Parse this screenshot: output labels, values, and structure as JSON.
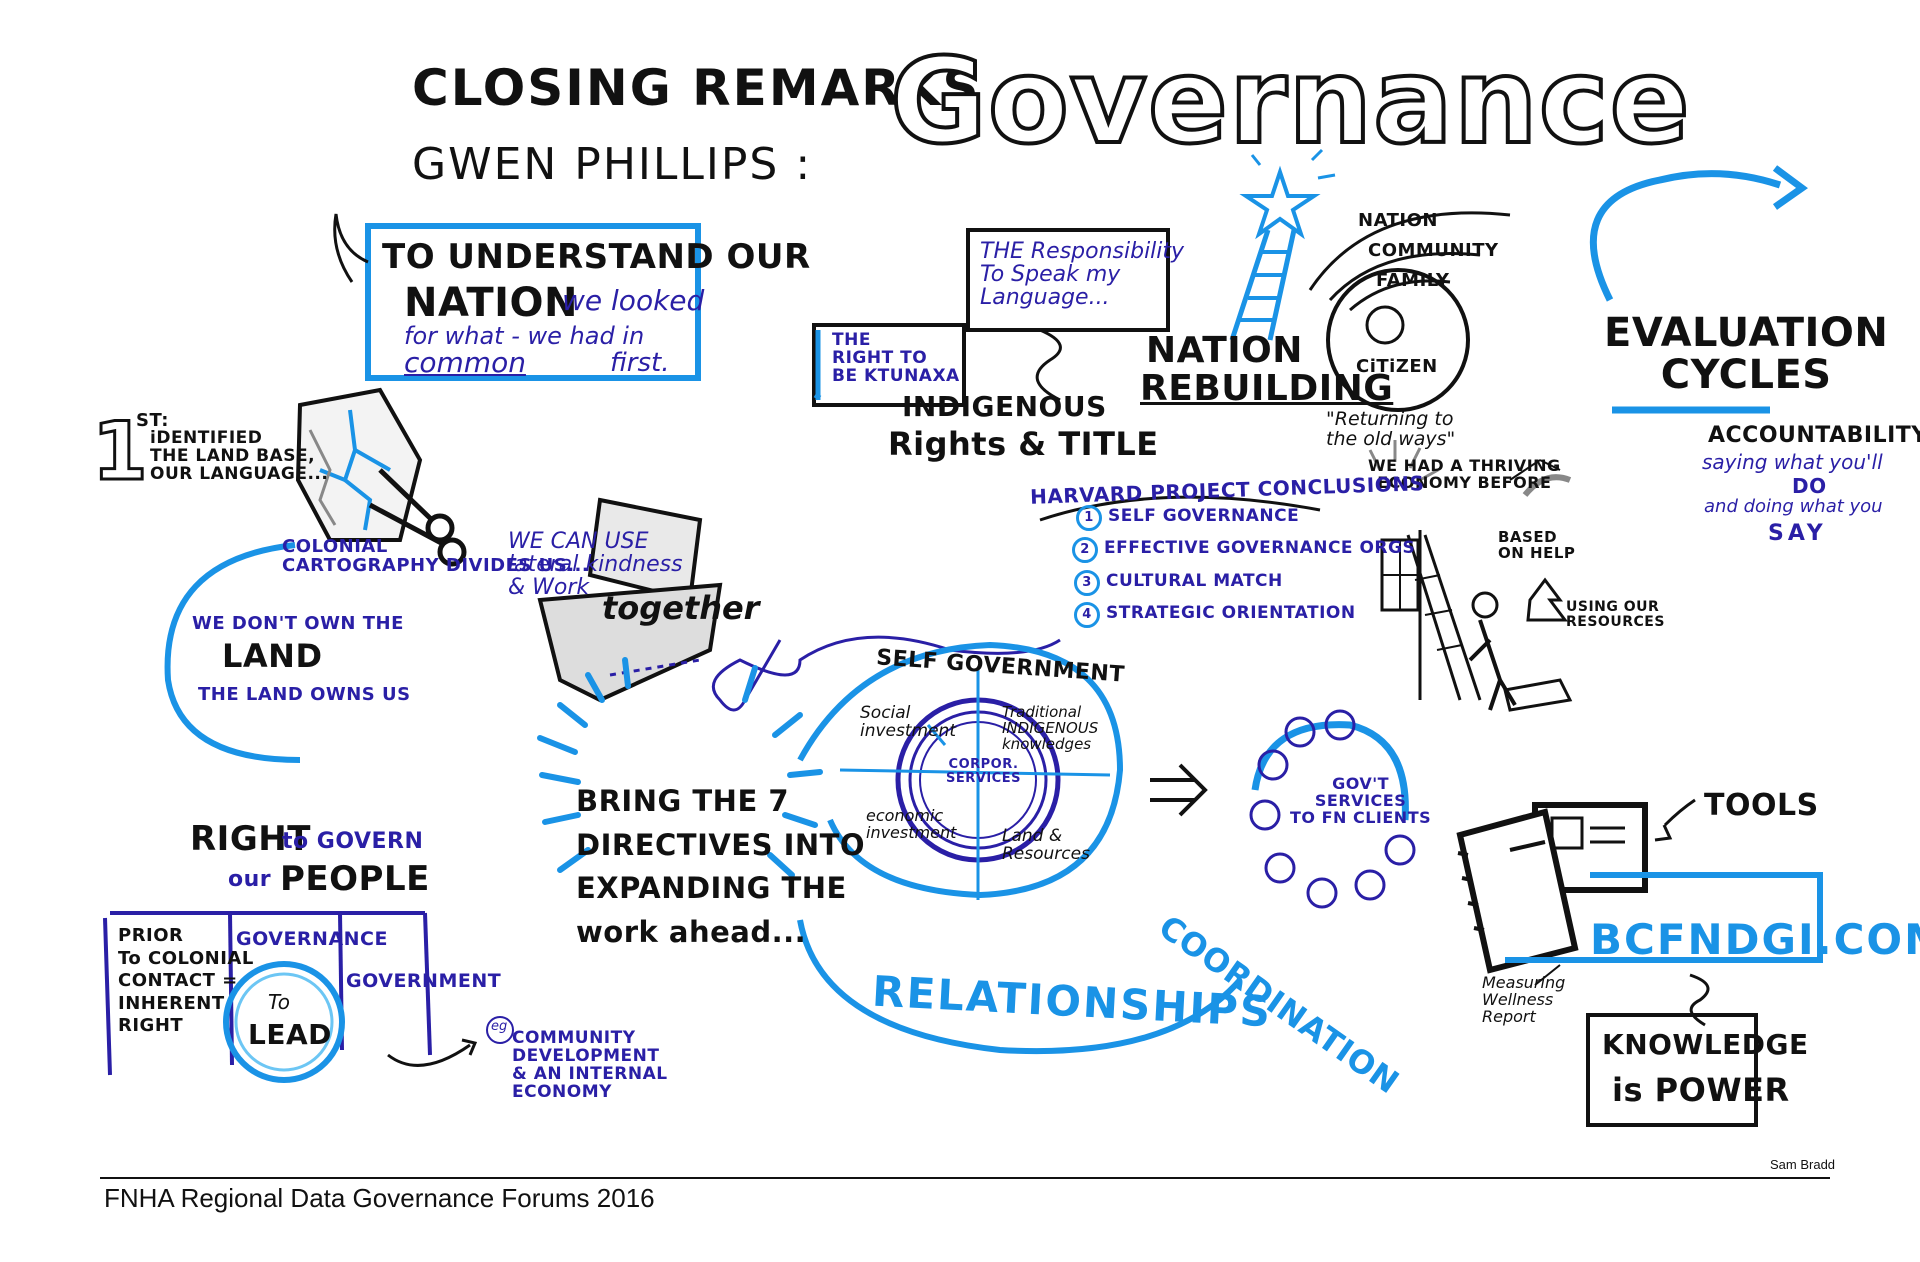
{
  "colors": {
    "ink": "#111111",
    "blue": "#1a93e6",
    "navy": "#2a1fa6",
    "grey": "#888888"
  },
  "header": {
    "closing": "CLOSING REMARKS",
    "speaker": "GWEN PHILLIPS :",
    "title": "Governance"
  },
  "speech": {
    "line1": "TO UNDERSTAND OUR",
    "nation": "NATION",
    "we_looked": "we looked",
    "for_what": "for what  - we had in",
    "common": "common",
    "first": "first."
  },
  "first": {
    "numeral": "1",
    "sup": "ST:",
    "text": "iDENTIFIED\nTHE LAND BASE,\nOUR LANGUAGE..."
  },
  "land": {
    "colonial": "COLONIAL\nCARTOGRAPHY DIVIDES US...",
    "dont_own": "WE DON'T OWN THE",
    "land": "LAND",
    "owns_us": "THE LAND OWNS US"
  },
  "together": {
    "text": "WE CAN USE\nlateral kindness\n& Work",
    "together": "together"
  },
  "rights": {
    "ktunaxa": "THE\nRIGHT TO\nBE KTUNAXA",
    "responsibility": "THE Responsibility\nTo Speak my\nLanguage...",
    "indigenous": "INDIGENOUS",
    "rights_title": "Rights & TITLE"
  },
  "nation_rebuilding": {
    "nation": "NATION",
    "rebuilding": "REBUILDING",
    "rings": [
      "NATION",
      "COMMUNITY",
      "FAMILY"
    ],
    "citizen": "CiTiZEN"
  },
  "returning": {
    "quote": "\"Returning to\nthe old ways\"",
    "thriving": "WE HAD A THRIVING\nECONOMY BEFORE",
    "based": "BASED\nON HELP",
    "using": "USING OUR\nRESOURCES"
  },
  "harvard": {
    "title": "HARVARD PROJECT CONCLUSIONS",
    "items": [
      {
        "num": "1",
        "label": "SELF GOVERNANCE"
      },
      {
        "num": "2",
        "label": "EFFECTIVE GOVERNANCE ORGS"
      },
      {
        "num": "3",
        "label": "CULTURAL MATCH"
      },
      {
        "num": "4",
        "label": "STRATEGIC ORIENTATION"
      }
    ]
  },
  "evaluation": {
    "title": "EVALUATION\nCYCLES",
    "accountability": "ACCOUNTABILITY:",
    "saying": "saying what you'll",
    "do": "DO",
    "doing": "and doing what you",
    "say": "SAY"
  },
  "self_government": {
    "title": "SELF GOVERNMENT",
    "social": "Social\ninvestment",
    "traditional": "Traditional\nINDIGENOUS\nknowledges",
    "corp": "CORPOR.\nSERVICES",
    "economic": "economic\ninvestment",
    "land": "Land &\nResources"
  },
  "directives": {
    "text": "BRING THE 7\nDIRECTIVES INTO\nEXPANDING THE\nwork ahead..."
  },
  "relationships": "RELATIONSHIPS",
  "coordination": {
    "label": "COORDINATION",
    "center": "GOV'T\nSERVICES\nTO FN CLIENTS"
  },
  "right_govern": {
    "right": "RIGHT",
    "to_govern": "to GOVERN",
    "our": "our",
    "people": "PEOPLE",
    "prior": "PRIOR\nTo COLONIAL\nCONTACT =\nINHERENT\nRIGHT",
    "governance": "GOVERNANCE",
    "government": "GOVERNMENT",
    "to_lead_to": "To",
    "to_lead_lead": "LEAD",
    "eg": "eg",
    "community": "COMMUNITY\nDEVELOPMENT\n& AN INTERNAL\nECONOMY"
  },
  "tools": {
    "label": "TOOLS",
    "website": "BCFNDGI.COM",
    "measuring": "Measuring\nWellness\nReport",
    "knowledge": "KNOWLEDGE",
    "is_power": "is POWER"
  },
  "footer": {
    "artist": "Sam Bradd",
    "event": "FNHA Regional Data Governance Forums 2016"
  }
}
